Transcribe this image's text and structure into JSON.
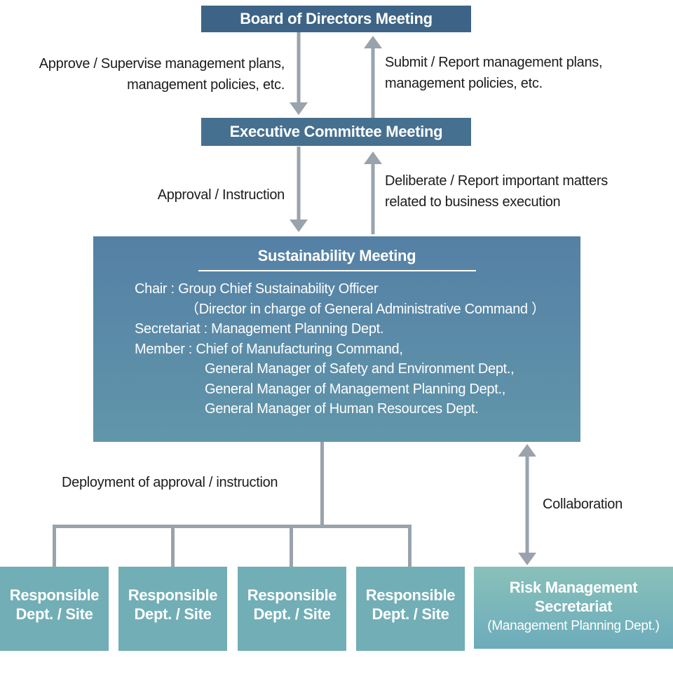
{
  "colors": {
    "box_dark": "#3d6486",
    "box_mid": "#46708f",
    "sus_top": "#5480a5",
    "sus_bottom": "#6196aa",
    "teal": "#72aeb6",
    "risk_top": "#89c0ba",
    "risk_bottom": "#6cacbb",
    "arrow_gray": "#9aa3ac",
    "text_dark": "#1c1c1c"
  },
  "boxes": {
    "board": {
      "label": "Board of Directors Meeting"
    },
    "executive": {
      "label": "Executive Committee Meeting"
    },
    "sustainability": {
      "title": "Sustainability Meeting",
      "lines": [
        {
          "text": "Chair : Group Chief Sustainability Officer"
        },
        {
          "text": "（Director in charge of General Administrative Command ）"
        },
        {
          "text": "Secretariat : Management Planning Dept."
        },
        {
          "text": "Member : Chief of Manufacturing Command,"
        },
        {
          "text": "General Manager of Safety and Environment Dept.,"
        },
        {
          "text": "General Manager of Management Planning Dept.,"
        },
        {
          "text": "General Manager of Human Resources Dept."
        }
      ]
    },
    "responsible": {
      "line1": "Responsible",
      "line2": "Dept. / Site"
    },
    "risk": {
      "title_line1": "Risk Management",
      "title_line2": "Secretariat",
      "subtitle": "(Management Planning Dept.)"
    }
  },
  "labels": {
    "approve_line1": "Approve / Supervise management plans,",
    "approve_line2": "management policies, etc.",
    "submit_line1": "Submit / Report management plans,",
    "submit_line2": "management policies, etc.",
    "approval_instruction": "Approval / Instruction",
    "deliberate_line1": "Deliberate / Report important matters",
    "deliberate_line2": "related to business execution",
    "deployment": "Deployment of approval / instruction",
    "collaboration": "Collaboration"
  }
}
